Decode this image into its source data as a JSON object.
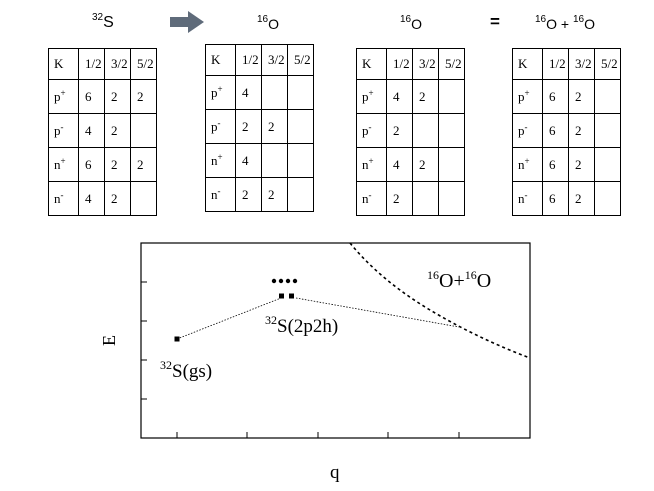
{
  "headers": {
    "s32": {
      "mass": "32",
      "sym": "S"
    },
    "o16_a": {
      "mass": "16",
      "sym": "O"
    },
    "o16_b": {
      "mass": "16",
      "sym": "O"
    },
    "equals": "=",
    "sum": {
      "mass1": "16",
      "sym1": "O",
      "plus": " + ",
      "mass2": "16",
      "sym2": "O"
    }
  },
  "tables": [
    {
      "header": [
        "K",
        "1/2",
        "3/2",
        "5/2"
      ],
      "rows": [
        {
          "base": "p",
          "sign": "+",
          "cells": [
            "6",
            "2",
            "2"
          ]
        },
        {
          "base": "p",
          "sign": "-",
          "cells": [
            "4",
            "2",
            ""
          ]
        },
        {
          "base": "n",
          "sign": "+",
          "cells": [
            "6",
            "2",
            "2"
          ]
        },
        {
          "base": "n",
          "sign": "-",
          "cells": [
            "4",
            "2",
            ""
          ]
        }
      ]
    },
    {
      "header": [
        "K",
        "1/2",
        "3/2",
        "5/2"
      ],
      "rows": [
        {
          "base": "p",
          "sign": "+",
          "cells": [
            "4",
            "",
            ""
          ]
        },
        {
          "base": "p",
          "sign": "-",
          "cells": [
            "2",
            "2",
            ""
          ]
        },
        {
          "base": "n",
          "sign": "+",
          "cells": [
            "4",
            "",
            ""
          ]
        },
        {
          "base": "n",
          "sign": "-",
          "cells": [
            "2",
            "2",
            ""
          ]
        }
      ]
    },
    {
      "header": [
        "K",
        "1/2",
        "3/2",
        "5/2"
      ],
      "rows": [
        {
          "base": "p",
          "sign": "+",
          "cells": [
            "4",
            "2",
            ""
          ]
        },
        {
          "base": "p",
          "sign": "-",
          "cells": [
            "2",
            "",
            ""
          ]
        },
        {
          "base": "n",
          "sign": "+",
          "cells": [
            "4",
            "2",
            ""
          ]
        },
        {
          "base": "n",
          "sign": "-",
          "cells": [
            "2",
            "",
            ""
          ]
        }
      ]
    },
    {
      "header": [
        "K",
        "1/2",
        "3/2",
        "5/2"
      ],
      "rows": [
        {
          "base": "p",
          "sign": "+",
          "cells": [
            "6",
            "2",
            ""
          ]
        },
        {
          "base": "p",
          "sign": "-",
          "cells": [
            "6",
            "2",
            ""
          ]
        },
        {
          "base": "n",
          "sign": "+",
          "cells": [
            "6",
            "2",
            ""
          ]
        },
        {
          "base": "n",
          "sign": "-",
          "cells": [
            "6",
            "2",
            ""
          ]
        }
      ]
    }
  ],
  "plot": {
    "xlabel": "q",
    "ylabel": "E",
    "labels": {
      "gs": {
        "mass": "32",
        "rest": "S(gs)"
      },
      "excited": {
        "mass": "32",
        "rest": "S(2p2h)"
      },
      "channel": {
        "mass1": "16",
        "sym1": "O+",
        "mass2": "16",
        "sym2": "O"
      }
    }
  },
  "colors": {
    "arrow": "#5f6b7a",
    "ink": "#000000"
  }
}
